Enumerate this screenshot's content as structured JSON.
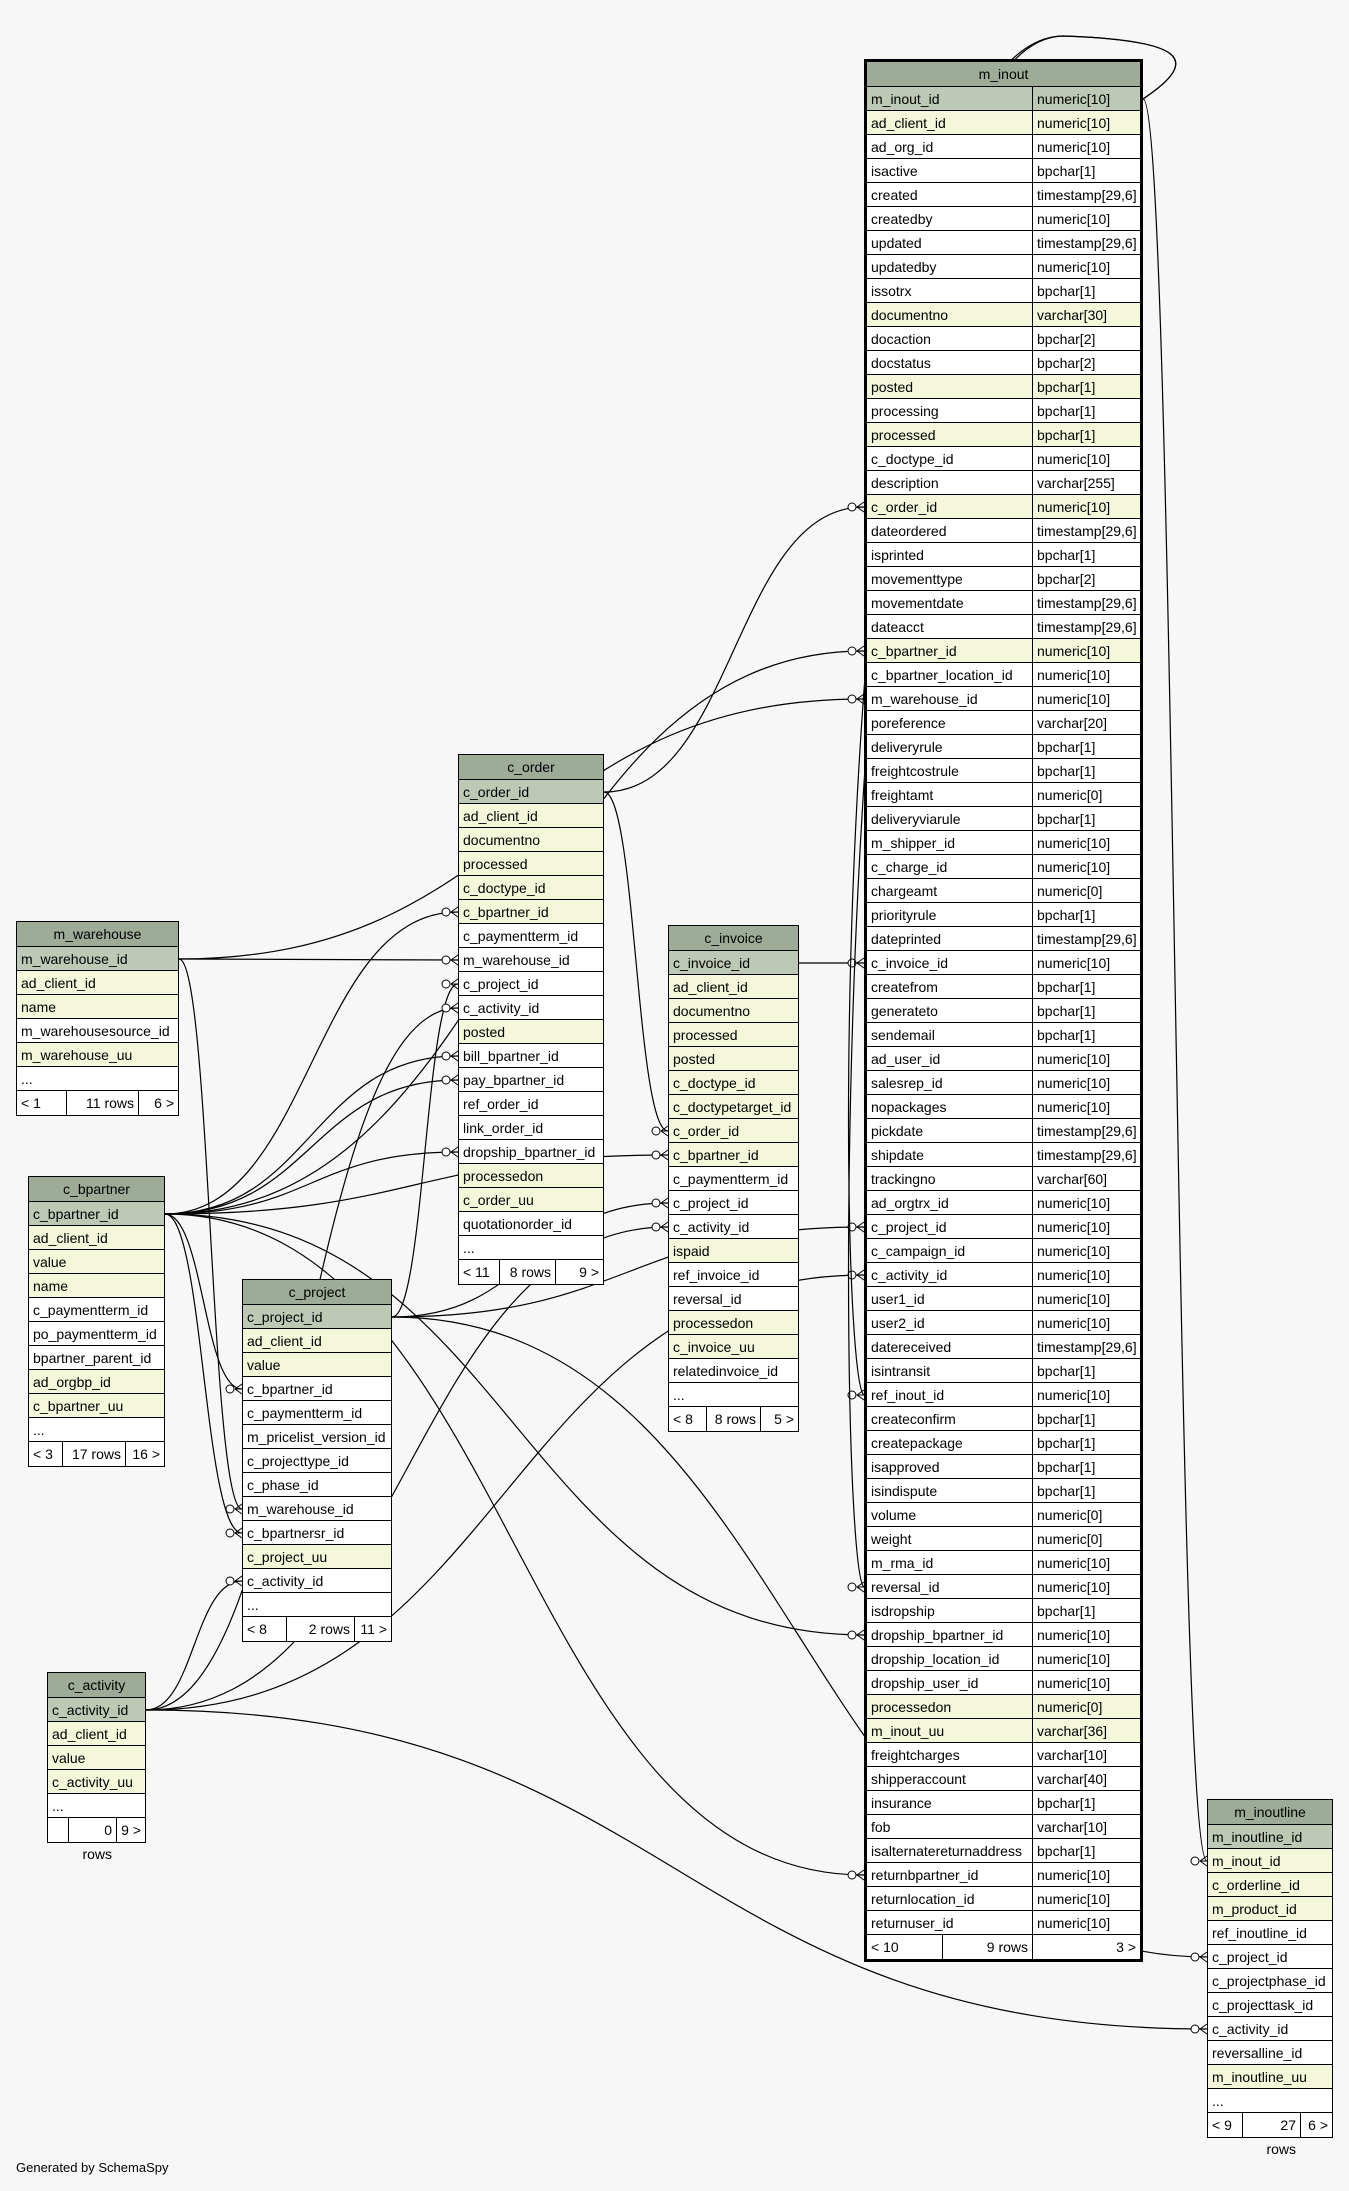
{
  "footer": "Generated by SchemaSpy",
  "tables": {
    "m_inout": {
      "name": "m_inout",
      "columns": [
        {
          "n": "m_inout_id",
          "t": "numeric[10]",
          "k": "pk"
        },
        {
          "n": "ad_client_id",
          "t": "numeric[10]",
          "k": "req"
        },
        {
          "n": "ad_org_id",
          "t": "numeric[10]",
          "k": "norm"
        },
        {
          "n": "isactive",
          "t": "bpchar[1]",
          "k": "norm"
        },
        {
          "n": "created",
          "t": "timestamp[29,6]",
          "k": "norm"
        },
        {
          "n": "createdby",
          "t": "numeric[10]",
          "k": "norm"
        },
        {
          "n": "updated",
          "t": "timestamp[29,6]",
          "k": "norm"
        },
        {
          "n": "updatedby",
          "t": "numeric[10]",
          "k": "norm"
        },
        {
          "n": "issotrx",
          "t": "bpchar[1]",
          "k": "norm"
        },
        {
          "n": "documentno",
          "t": "varchar[30]",
          "k": "req"
        },
        {
          "n": "docaction",
          "t": "bpchar[2]",
          "k": "norm"
        },
        {
          "n": "docstatus",
          "t": "bpchar[2]",
          "k": "norm"
        },
        {
          "n": "posted",
          "t": "bpchar[1]",
          "k": "req"
        },
        {
          "n": "processing",
          "t": "bpchar[1]",
          "k": "norm"
        },
        {
          "n": "processed",
          "t": "bpchar[1]",
          "k": "req"
        },
        {
          "n": "c_doctype_id",
          "t": "numeric[10]",
          "k": "norm"
        },
        {
          "n": "description",
          "t": "varchar[255]",
          "k": "norm"
        },
        {
          "n": "c_order_id",
          "t": "numeric[10]",
          "k": "req"
        },
        {
          "n": "dateordered",
          "t": "timestamp[29,6]",
          "k": "norm"
        },
        {
          "n": "isprinted",
          "t": "bpchar[1]",
          "k": "norm"
        },
        {
          "n": "movementtype",
          "t": "bpchar[2]",
          "k": "norm"
        },
        {
          "n": "movementdate",
          "t": "timestamp[29,6]",
          "k": "norm"
        },
        {
          "n": "dateacct",
          "t": "timestamp[29,6]",
          "k": "norm"
        },
        {
          "n": "c_bpartner_id",
          "t": "numeric[10]",
          "k": "req"
        },
        {
          "n": "c_bpartner_location_id",
          "t": "numeric[10]",
          "k": "norm"
        },
        {
          "n": "m_warehouse_id",
          "t": "numeric[10]",
          "k": "norm"
        },
        {
          "n": "poreference",
          "t": "varchar[20]",
          "k": "norm"
        },
        {
          "n": "deliveryrule",
          "t": "bpchar[1]",
          "k": "norm"
        },
        {
          "n": "freightcostrule",
          "t": "bpchar[1]",
          "k": "norm"
        },
        {
          "n": "freightamt",
          "t": "numeric[0]",
          "k": "norm"
        },
        {
          "n": "deliveryviarule",
          "t": "bpchar[1]",
          "k": "norm"
        },
        {
          "n": "m_shipper_id",
          "t": "numeric[10]",
          "k": "norm"
        },
        {
          "n": "c_charge_id",
          "t": "numeric[10]",
          "k": "norm"
        },
        {
          "n": "chargeamt",
          "t": "numeric[0]",
          "k": "norm"
        },
        {
          "n": "priorityrule",
          "t": "bpchar[1]",
          "k": "norm"
        },
        {
          "n": "dateprinted",
          "t": "timestamp[29,6]",
          "k": "norm"
        },
        {
          "n": "c_invoice_id",
          "t": "numeric[10]",
          "k": "norm"
        },
        {
          "n": "createfrom",
          "t": "bpchar[1]",
          "k": "norm"
        },
        {
          "n": "generateto",
          "t": "bpchar[1]",
          "k": "norm"
        },
        {
          "n": "sendemail",
          "t": "bpchar[1]",
          "k": "norm"
        },
        {
          "n": "ad_user_id",
          "t": "numeric[10]",
          "k": "norm"
        },
        {
          "n": "salesrep_id",
          "t": "numeric[10]",
          "k": "norm"
        },
        {
          "n": "nopackages",
          "t": "numeric[10]",
          "k": "norm"
        },
        {
          "n": "pickdate",
          "t": "timestamp[29,6]",
          "k": "norm"
        },
        {
          "n": "shipdate",
          "t": "timestamp[29,6]",
          "k": "norm"
        },
        {
          "n": "trackingno",
          "t": "varchar[60]",
          "k": "norm"
        },
        {
          "n": "ad_orgtrx_id",
          "t": "numeric[10]",
          "k": "norm"
        },
        {
          "n": "c_project_id",
          "t": "numeric[10]",
          "k": "norm"
        },
        {
          "n": "c_campaign_id",
          "t": "numeric[10]",
          "k": "norm"
        },
        {
          "n": "c_activity_id",
          "t": "numeric[10]",
          "k": "norm"
        },
        {
          "n": "user1_id",
          "t": "numeric[10]",
          "k": "norm"
        },
        {
          "n": "user2_id",
          "t": "numeric[10]",
          "k": "norm"
        },
        {
          "n": "datereceived",
          "t": "timestamp[29,6]",
          "k": "norm"
        },
        {
          "n": "isintransit",
          "t": "bpchar[1]",
          "k": "norm"
        },
        {
          "n": "ref_inout_id",
          "t": "numeric[10]",
          "k": "norm"
        },
        {
          "n": "createconfirm",
          "t": "bpchar[1]",
          "k": "norm"
        },
        {
          "n": "createpackage",
          "t": "bpchar[1]",
          "k": "norm"
        },
        {
          "n": "isapproved",
          "t": "bpchar[1]",
          "k": "norm"
        },
        {
          "n": "isindispute",
          "t": "bpchar[1]",
          "k": "norm"
        },
        {
          "n": "volume",
          "t": "numeric[0]",
          "k": "norm"
        },
        {
          "n": "weight",
          "t": "numeric[0]",
          "k": "norm"
        },
        {
          "n": "m_rma_id",
          "t": "numeric[10]",
          "k": "norm"
        },
        {
          "n": "reversal_id",
          "t": "numeric[10]",
          "k": "norm"
        },
        {
          "n": "isdropship",
          "t": "bpchar[1]",
          "k": "norm"
        },
        {
          "n": "dropship_bpartner_id",
          "t": "numeric[10]",
          "k": "norm"
        },
        {
          "n": "dropship_location_id",
          "t": "numeric[10]",
          "k": "norm"
        },
        {
          "n": "dropship_user_id",
          "t": "numeric[10]",
          "k": "norm"
        },
        {
          "n": "processedon",
          "t": "numeric[0]",
          "k": "req"
        },
        {
          "n": "m_inout_uu",
          "t": "varchar[36]",
          "k": "req"
        },
        {
          "n": "freightcharges",
          "t": "varchar[10]",
          "k": "norm"
        },
        {
          "n": "shipperaccount",
          "t": "varchar[40]",
          "k": "norm"
        },
        {
          "n": "insurance",
          "t": "bpchar[1]",
          "k": "norm"
        },
        {
          "n": "fob",
          "t": "varchar[10]",
          "k": "norm"
        },
        {
          "n": "isalternatereturnaddress",
          "t": "bpchar[1]",
          "k": "norm"
        },
        {
          "n": "returnbpartner_id",
          "t": "numeric[10]",
          "k": "norm"
        },
        {
          "n": "returnlocation_id",
          "t": "numeric[10]",
          "k": "norm"
        },
        {
          "n": "returnuser_id",
          "t": "numeric[10]",
          "k": "norm"
        }
      ],
      "footer": [
        "< 10",
        "9 rows",
        "3 >"
      ]
    },
    "c_order": {
      "name": "c_order",
      "columns": [
        {
          "n": "c_order_id",
          "k": "pk"
        },
        {
          "n": "ad_client_id",
          "k": "req"
        },
        {
          "n": "documentno",
          "k": "req"
        },
        {
          "n": "processed",
          "k": "req"
        },
        {
          "n": "c_doctype_id",
          "k": "req"
        },
        {
          "n": "c_bpartner_id",
          "k": "req"
        },
        {
          "n": "c_paymentterm_id",
          "k": "norm"
        },
        {
          "n": "m_warehouse_id",
          "k": "norm"
        },
        {
          "n": "c_project_id",
          "k": "norm"
        },
        {
          "n": "c_activity_id",
          "k": "norm"
        },
        {
          "n": "posted",
          "k": "req"
        },
        {
          "n": "bill_bpartner_id",
          "k": "norm"
        },
        {
          "n": "pay_bpartner_id",
          "k": "norm"
        },
        {
          "n": "ref_order_id",
          "k": "norm"
        },
        {
          "n": "link_order_id",
          "k": "norm"
        },
        {
          "n": "dropship_bpartner_id",
          "k": "norm"
        },
        {
          "n": "processedon",
          "k": "req"
        },
        {
          "n": "c_order_uu",
          "k": "req"
        },
        {
          "n": "quotationorder_id",
          "k": "norm"
        },
        {
          "n": "...",
          "k": "dots"
        }
      ],
      "footer": [
        "< 11",
        "8 rows",
        "9 >"
      ]
    },
    "c_invoice": {
      "name": "c_invoice",
      "columns": [
        {
          "n": "c_invoice_id",
          "k": "pk"
        },
        {
          "n": "ad_client_id",
          "k": "req"
        },
        {
          "n": "documentno",
          "k": "req"
        },
        {
          "n": "processed",
          "k": "req"
        },
        {
          "n": "posted",
          "k": "req"
        },
        {
          "n": "c_doctype_id",
          "k": "req"
        },
        {
          "n": "c_doctypetarget_id",
          "k": "req"
        },
        {
          "n": "c_order_id",
          "k": "req"
        },
        {
          "n": "c_bpartner_id",
          "k": "req"
        },
        {
          "n": "c_paymentterm_id",
          "k": "norm"
        },
        {
          "n": "c_project_id",
          "k": "norm"
        },
        {
          "n": "c_activity_id",
          "k": "norm"
        },
        {
          "n": "ispaid",
          "k": "req"
        },
        {
          "n": "ref_invoice_id",
          "k": "norm"
        },
        {
          "n": "reversal_id",
          "k": "norm"
        },
        {
          "n": "processedon",
          "k": "req"
        },
        {
          "n": "c_invoice_uu",
          "k": "req"
        },
        {
          "n": "relatedinvoice_id",
          "k": "norm"
        },
        {
          "n": "...",
          "k": "dots"
        }
      ],
      "footer": [
        "< 8",
        "8 rows",
        "5 >"
      ]
    },
    "m_warehouse": {
      "name": "m_warehouse",
      "columns": [
        {
          "n": "m_warehouse_id",
          "k": "pk"
        },
        {
          "n": "ad_client_id",
          "k": "req"
        },
        {
          "n": "name",
          "k": "req"
        },
        {
          "n": "m_warehousesource_id",
          "k": "norm"
        },
        {
          "n": "m_warehouse_uu",
          "k": "req"
        },
        {
          "n": "...",
          "k": "dots"
        }
      ],
      "footer": [
        "< 1",
        "11 rows",
        "6 >"
      ]
    },
    "c_bpartner": {
      "name": "c_bpartner",
      "columns": [
        {
          "n": "c_bpartner_id",
          "k": "pk"
        },
        {
          "n": "ad_client_id",
          "k": "req"
        },
        {
          "n": "value",
          "k": "req"
        },
        {
          "n": "name",
          "k": "req"
        },
        {
          "n": "c_paymentterm_id",
          "k": "norm"
        },
        {
          "n": "po_paymentterm_id",
          "k": "norm"
        },
        {
          "n": "bpartner_parent_id",
          "k": "norm"
        },
        {
          "n": "ad_orgbp_id",
          "k": "req"
        },
        {
          "n": "c_bpartner_uu",
          "k": "req"
        },
        {
          "n": "...",
          "k": "dots"
        }
      ],
      "footer": [
        "< 3",
        "17 rows",
        "16 >"
      ]
    },
    "c_project": {
      "name": "c_project",
      "columns": [
        {
          "n": "c_project_id",
          "k": "pk"
        },
        {
          "n": "ad_client_id",
          "k": "req"
        },
        {
          "n": "value",
          "k": "req"
        },
        {
          "n": "c_bpartner_id",
          "k": "norm"
        },
        {
          "n": "c_paymentterm_id",
          "k": "norm"
        },
        {
          "n": "m_pricelist_version_id",
          "k": "norm"
        },
        {
          "n": "c_projecttype_id",
          "k": "norm"
        },
        {
          "n": "c_phase_id",
          "k": "norm"
        },
        {
          "n": "m_warehouse_id",
          "k": "norm"
        },
        {
          "n": "c_bpartnersr_id",
          "k": "norm"
        },
        {
          "n": "c_project_uu",
          "k": "req"
        },
        {
          "n": "c_activity_id",
          "k": "norm"
        },
        {
          "n": "...",
          "k": "dots"
        }
      ],
      "footer": [
        "< 8",
        "2 rows",
        "11 >"
      ]
    },
    "c_activity": {
      "name": "c_activity",
      "columns": [
        {
          "n": "c_activity_id",
          "k": "pk"
        },
        {
          "n": "ad_client_id",
          "k": "req"
        },
        {
          "n": "value",
          "k": "req"
        },
        {
          "n": "c_activity_uu",
          "k": "req"
        },
        {
          "n": "...",
          "k": "dots"
        }
      ],
      "footer": [
        "",
        "0 rows",
        "9 >"
      ]
    },
    "m_inoutline": {
      "name": "m_inoutline",
      "columns": [
        {
          "n": "m_inoutline_id",
          "k": "pk"
        },
        {
          "n": "m_inout_id",
          "k": "req"
        },
        {
          "n": "c_orderline_id",
          "k": "req"
        },
        {
          "n": "m_product_id",
          "k": "req"
        },
        {
          "n": "ref_inoutline_id",
          "k": "norm"
        },
        {
          "n": "c_project_id",
          "k": "norm"
        },
        {
          "n": "c_projectphase_id",
          "k": "norm"
        },
        {
          "n": "c_projecttask_id",
          "k": "norm"
        },
        {
          "n": "c_activity_id",
          "k": "norm"
        },
        {
          "n": "reversalline_id",
          "k": "norm"
        },
        {
          "n": "m_inoutline_uu",
          "k": "req"
        },
        {
          "n": "...",
          "k": "dots"
        }
      ],
      "footer": [
        "< 9",
        "27 rows",
        "6 >"
      ]
    }
  },
  "relationships": [
    {
      "from": "c_order.c_order_id",
      "to": "m_inout.c_order_id"
    },
    {
      "from": "c_bpartner.c_bpartner_id",
      "to": "m_inout.c_bpartner_id"
    },
    {
      "from": "m_warehouse.m_warehouse_id",
      "to": "m_inout.m_warehouse_id"
    },
    {
      "from": "c_invoice.c_invoice_id",
      "to": "m_inout.c_invoice_id"
    },
    {
      "from": "c_project.c_project_id",
      "to": "m_inout.c_project_id"
    },
    {
      "from": "c_activity.c_activity_id",
      "to": "m_inout.c_activity_id"
    },
    {
      "from": "m_inout.m_inout_id",
      "to": "m_inout.ref_inout_id"
    },
    {
      "from": "m_inout.m_inout_id",
      "to": "m_inout.reversal_id"
    },
    {
      "from": "c_bpartner.c_bpartner_id",
      "to": "m_inout.dropship_bpartner_id"
    },
    {
      "from": "c_bpartner.c_bpartner_id",
      "to": "m_inout.returnbpartner_id"
    },
    {
      "from": "m_inout.m_inout_id",
      "to": "m_inoutline.m_inout_id"
    },
    {
      "from": "c_project.c_project_id",
      "to": "m_inoutline.c_project_id"
    },
    {
      "from": "c_activity.c_activity_id",
      "to": "m_inoutline.c_activity_id"
    },
    {
      "from": "c_bpartner.c_bpartner_id",
      "to": "c_order.c_bpartner_id"
    },
    {
      "from": "m_warehouse.m_warehouse_id",
      "to": "c_order.m_warehouse_id"
    },
    {
      "from": "c_project.c_project_id",
      "to": "c_order.c_project_id"
    },
    {
      "from": "c_activity.c_activity_id",
      "to": "c_order.c_activity_id"
    },
    {
      "from": "c_bpartner.c_bpartner_id",
      "to": "c_order.bill_bpartner_id"
    },
    {
      "from": "c_bpartner.c_bpartner_id",
      "to": "c_order.pay_bpartner_id"
    },
    {
      "from": "c_bpartner.c_bpartner_id",
      "to": "c_order.dropship_bpartner_id"
    },
    {
      "from": "c_order.c_order_id",
      "to": "c_invoice.c_order_id"
    },
    {
      "from": "c_bpartner.c_bpartner_id",
      "to": "c_invoice.c_bpartner_id"
    },
    {
      "from": "c_project.c_project_id",
      "to": "c_invoice.c_project_id"
    },
    {
      "from": "c_activity.c_activity_id",
      "to": "c_invoice.c_activity_id"
    },
    {
      "from": "c_bpartner.c_bpartner_id",
      "to": "c_project.c_bpartner_id"
    },
    {
      "from": "m_warehouse.m_warehouse_id",
      "to": "c_project.m_warehouse_id"
    },
    {
      "from": "c_bpartner.c_bpartner_id",
      "to": "c_project.c_bpartnersr_id"
    },
    {
      "from": "c_activity.c_activity_id",
      "to": "c_project.c_activity_id"
    }
  ]
}
